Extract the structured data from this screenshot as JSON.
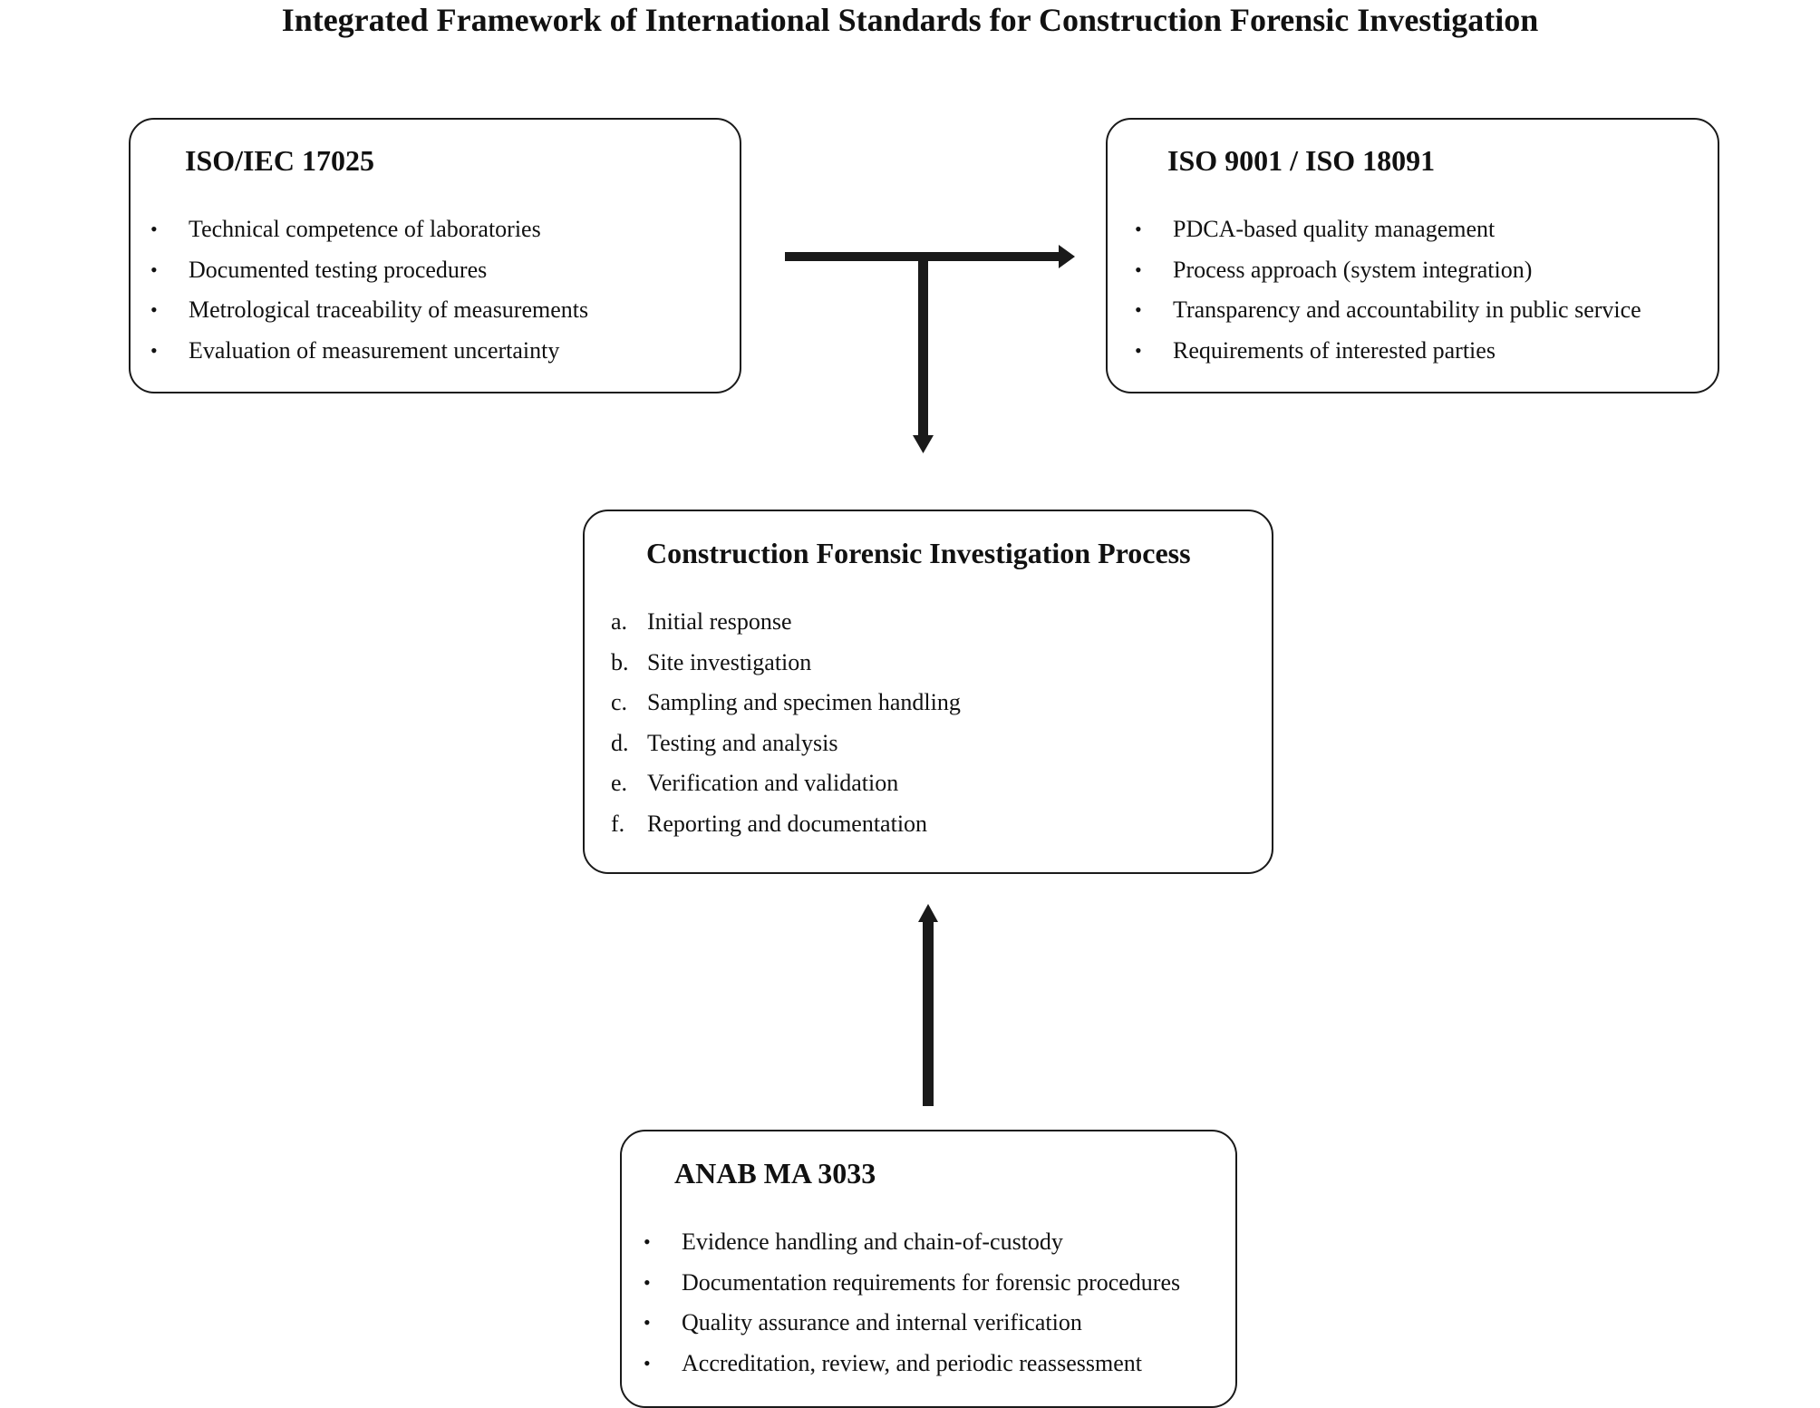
{
  "title": "Integrated Framework of International Standards for Construction Forensic Investigation",
  "boxes": {
    "iso17025": {
      "title": "ISO/IEC 17025",
      "items": [
        "Technical competence of laboratories",
        "Documented testing procedures",
        "Metrological traceability of measurements",
        "Evaluation of measurement uncertainty"
      ]
    },
    "iso9001": {
      "title": "ISO 9001 / ISO 18091",
      "items": [
        "PDCA-based quality management",
        "Process approach (system integration)",
        "Transparency and accountability in public service",
        "Requirements of interested parties"
      ]
    },
    "process": {
      "title": "Construction Forensic Investigation Process",
      "markers": [
        "a.",
        "b.",
        "c.",
        "d.",
        "e.",
        "f."
      ],
      "items": [
        "Initial response",
        "Site investigation",
        "Sampling and specimen handling",
        "Testing and analysis",
        "Verification and validation",
        "Reporting and documentation"
      ]
    },
    "anab": {
      "title": "ANAB MA 3033",
      "items": [
        "Evidence handling and chain-of-custody",
        "Documentation requirements for forensic procedures",
        "Quality assurance and internal verification",
        "Accreditation, review, and periodic reassessment"
      ]
    }
  },
  "bullet_symbol": "•",
  "colors": {
    "line": "#1a1a1a",
    "text": "#111111",
    "background": "#ffffff"
  }
}
